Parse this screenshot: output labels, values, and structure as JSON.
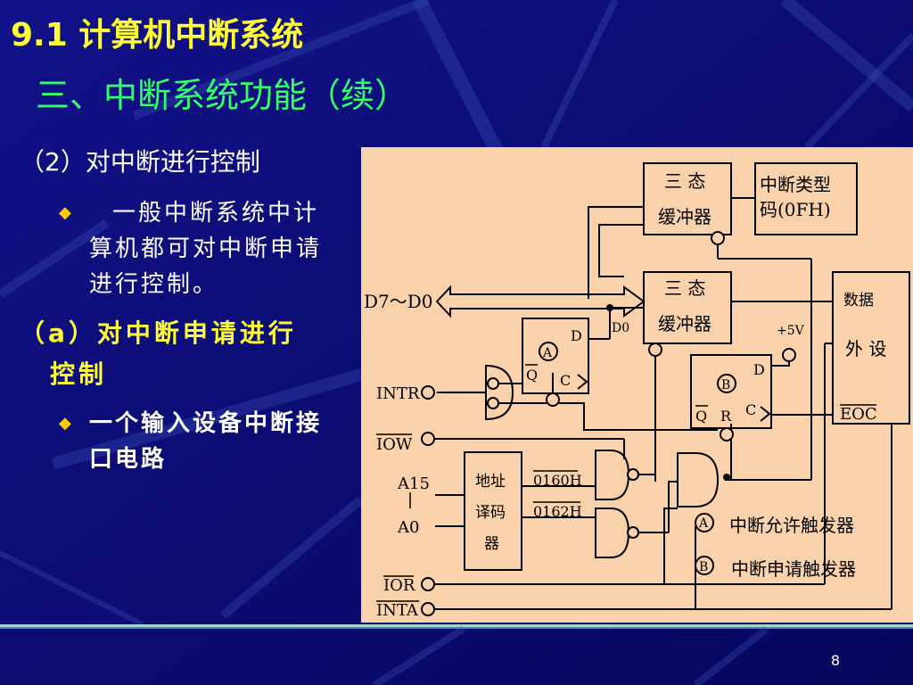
{
  "slide": {
    "title": "9.1  计算机中断系统",
    "subtitle": "三、中断系统功能（续）",
    "point1": "（2）对中断进行控制",
    "bullet1_lines": [
      "一般中断系统中计",
      "算机都可对中断申请",
      "进行控制。"
    ],
    "point2_lines": [
      "（a）对中断申请进行",
      "控制"
    ],
    "bullet2_lines": [
      "一个输入设备中断接",
      "口电路"
    ],
    "page_number": "8"
  },
  "colors": {
    "background": "#0c0c78",
    "title": "#ffff33",
    "subtitle": "#33ff66",
    "diagram_bg": "#f9d1aa"
  },
  "diagram": {
    "buffer1": [
      "三  态",
      "缓冲器"
    ],
    "type_code": [
      "中断类型",
      "码(0FH)"
    ],
    "buffer2": [
      "三  态",
      "缓冲器"
    ],
    "bus": "D7～D0",
    "d0": "D0",
    "plus5v": "+5V",
    "device": [
      "数据",
      "外  设"
    ],
    "ffA": {
      "d": "D",
      "circle": "A",
      "q": "Q",
      "c": "C"
    },
    "ffB": {
      "d": "D",
      "circle": "B",
      "q": "Q",
      "r": "R",
      "c": "C"
    },
    "eoc": "EOC",
    "intr": "INTR",
    "iow": "IOW",
    "a15": "A15",
    "bar": "|",
    "a0": "A0",
    "decoder": [
      "地址",
      "译码",
      "器"
    ],
    "addr1": "0160H",
    "addr2": "0162H",
    "ior": "IOR",
    "inta": "INTA",
    "legendA": {
      "circle": "A",
      "text": "中断允许触发器"
    },
    "legendB": {
      "circle": "B",
      "text": "中断申请触发器"
    }
  }
}
